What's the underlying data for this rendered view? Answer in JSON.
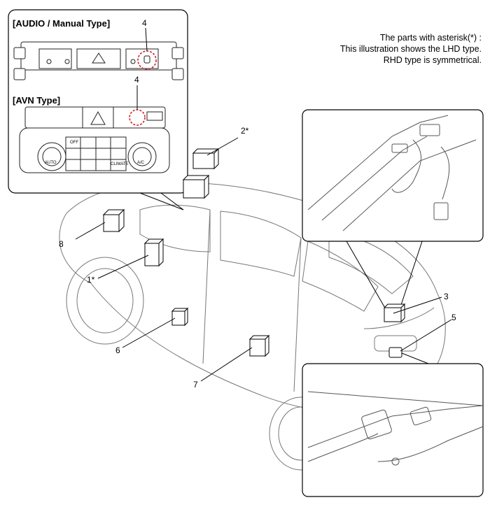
{
  "note": {
    "line1": "The parts with asterisk(*) :",
    "line2": "This illustration shows the LHD type.",
    "line3": "RHD type is symmetrical."
  },
  "inset": {
    "audio_title": "[AUDIO / Manual Type]",
    "avn_title": "[AVN Type]",
    "audio_callout": "4",
    "avn_callout": "4",
    "avn_btn_off": "OFF",
    "avn_btn_auto": "AUTO",
    "avn_btn_ac": "A/C",
    "avn_btn_climate": "CLIMATE"
  },
  "callouts": {
    "c1": "1*",
    "c2": "2*",
    "c3": "3",
    "c5": "5",
    "c6": "6",
    "c7": "7",
    "c8": "8"
  },
  "colors": {
    "highlight": "#d32027",
    "line": "#000000",
    "fill_light": "#ffffff"
  }
}
